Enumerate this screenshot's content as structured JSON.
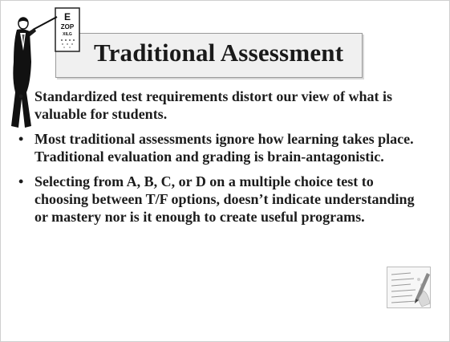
{
  "slide": {
    "title": "Traditional Assessment",
    "eye_chart_letters": [
      "E",
      "ZOP",
      "XILG"
    ],
    "bullets": [
      "Standardized test requirements distort our view of what is valuable for students.",
      "Most traditional assessments ignore how learning takes place. Traditional evaluation and grading is brain-antagonistic.",
      "Selecting from A, B, C, or D on a multiple choice test to choosing between T/F options, doesn’t indicate understanding or mastery nor is it enough to create useful programs."
    ],
    "bullet_glyph": "•"
  },
  "colors": {
    "title_bg": "#f0f0f0",
    "text": "#1c1c1c",
    "border": "#9a9a9a"
  }
}
